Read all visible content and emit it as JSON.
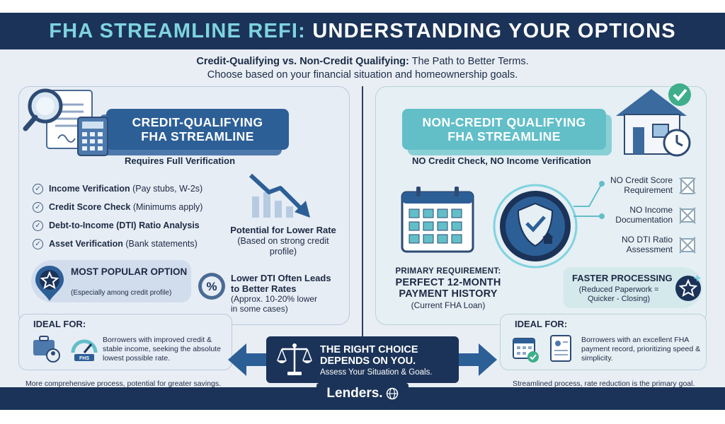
{
  "header": {
    "title_accent": "FHA STREAMLINE REFI:",
    "title_rest": "UNDERSTANDING YOUR OPTIONS"
  },
  "subtitle": {
    "lead": "Credit-Qualifying vs. Non-Credit Qualifying:",
    "lead_rest": "The Path to Better Terms.",
    "line2": "Choose based on your financial situation and homeownership goals."
  },
  "left": {
    "ribbon_line1": "CREDIT-QUALIFYING",
    "ribbon_line2": "FHA STREAMLINE",
    "requirement": "Requires Full Verification",
    "checks": [
      {
        "label": "Income Verification",
        "detail": "(Pay stubs, W-2s)"
      },
      {
        "label": "Credit Score Check",
        "detail": "(Minimums apply)"
      },
      {
        "label": "Debt-to-Income (DTI) Ratio Analysis",
        "detail": ""
      },
      {
        "label": "Asset Verification",
        "detail": "(Bank statements)"
      }
    ],
    "rate_title": "Potential for Lower Rate",
    "rate_detail": "(Based on strong credit profile)",
    "popular_title": "MOST POPULAR OPTION",
    "popular_sub": "(Especially among credit profile)",
    "dti_title": "Lower DTI Often Leads to Better Rates",
    "dti_detail": "(Approx. 10-20% lower in some cases)",
    "ideal_label": "IDEAL FOR:",
    "ideal_text": "Borrowers with improved credit & stable income, seeking the absolute lowest possible rate.",
    "gauge_label": "FHS",
    "footer": "More comprehensive process, potential for greater savings."
  },
  "right": {
    "ribbon_line1": "NON-CREDIT QUALIFYING",
    "ribbon_line2": "FHA STREAMLINE",
    "requirement": "NO Credit Check, NO Income Verification",
    "no_items": [
      {
        "line1": "NO Credit Score",
        "line2": "Requirement"
      },
      {
        "line1": "NO Income",
        "line2": "Documentation"
      },
      {
        "line1": "NO DTI Ratio",
        "line2": "Assessment"
      }
    ],
    "primary_label": "PRIMARY REQUIREMENT:",
    "primary_main": "PERFECT 12-MONTH PAYMENT HISTORY",
    "primary_detail": "(Current FHA Loan)",
    "proc_title": "FASTER PROCESSING",
    "proc_detail": "(Reduced Paperwork = Quicker - Closing)",
    "ideal_label": "IDEAL FOR:",
    "ideal_text": "Borrowers with an excellent FHA payment record, prioritizing speed & simplicity.",
    "footer": "Streamlined process, rate reduction is the primary goal."
  },
  "center": {
    "title": "THE RIGHT CHOICE DEPENDS ON YOU.",
    "subtitle": "Assess Your Situation & Goals."
  },
  "logo": {
    "text": "Lenders."
  },
  "colors": {
    "navy": "#1b3358",
    "blue": "#2d5f97",
    "teal": "#62bfc8",
    "accent_teal": "#7fd3df"
  }
}
